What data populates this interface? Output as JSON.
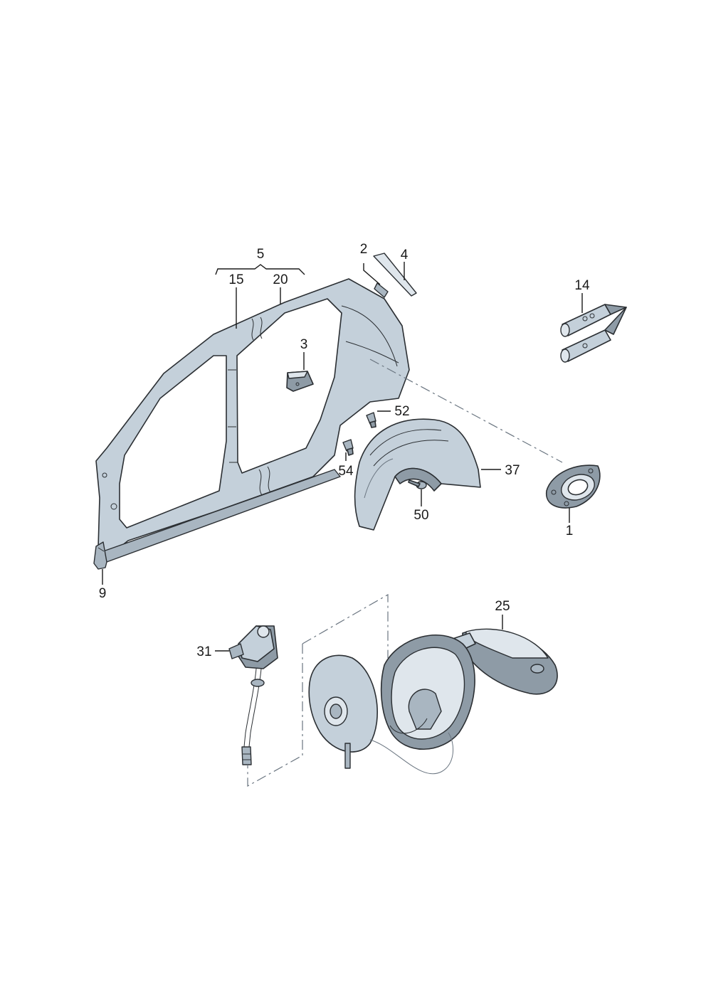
{
  "labels": {
    "p1": "1",
    "p2": "2",
    "p3": "3",
    "p4": "4",
    "p5": "5",
    "p9": "9",
    "p14": "14",
    "p15": "15",
    "p20": "20",
    "p25": "25",
    "p31": "31",
    "p37": "37",
    "p50": "50",
    "p52": "52",
    "p54": "54"
  },
  "colors": {
    "panel": "#c4d0da",
    "panel_dark": "#8e9ba6",
    "outline": "#2b2f33",
    "dash_line": "#6a7580"
  }
}
